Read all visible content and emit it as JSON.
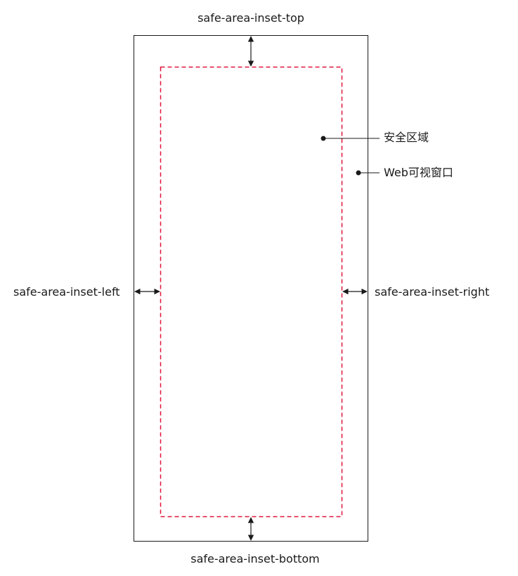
{
  "labels": {
    "inset_top": "safe-area-inset-top",
    "inset_bottom": "safe-area-inset-bottom",
    "inset_left": "safe-area-inset-left",
    "inset_right": "safe-area-inset-right",
    "safe_area": "安全区域",
    "web_viewport": "Web可视窗口"
  },
  "colors": {
    "safe_area_border": "#e0143c",
    "viewport_border": "#1a1a1a",
    "arrows": "#1a1a1a"
  }
}
